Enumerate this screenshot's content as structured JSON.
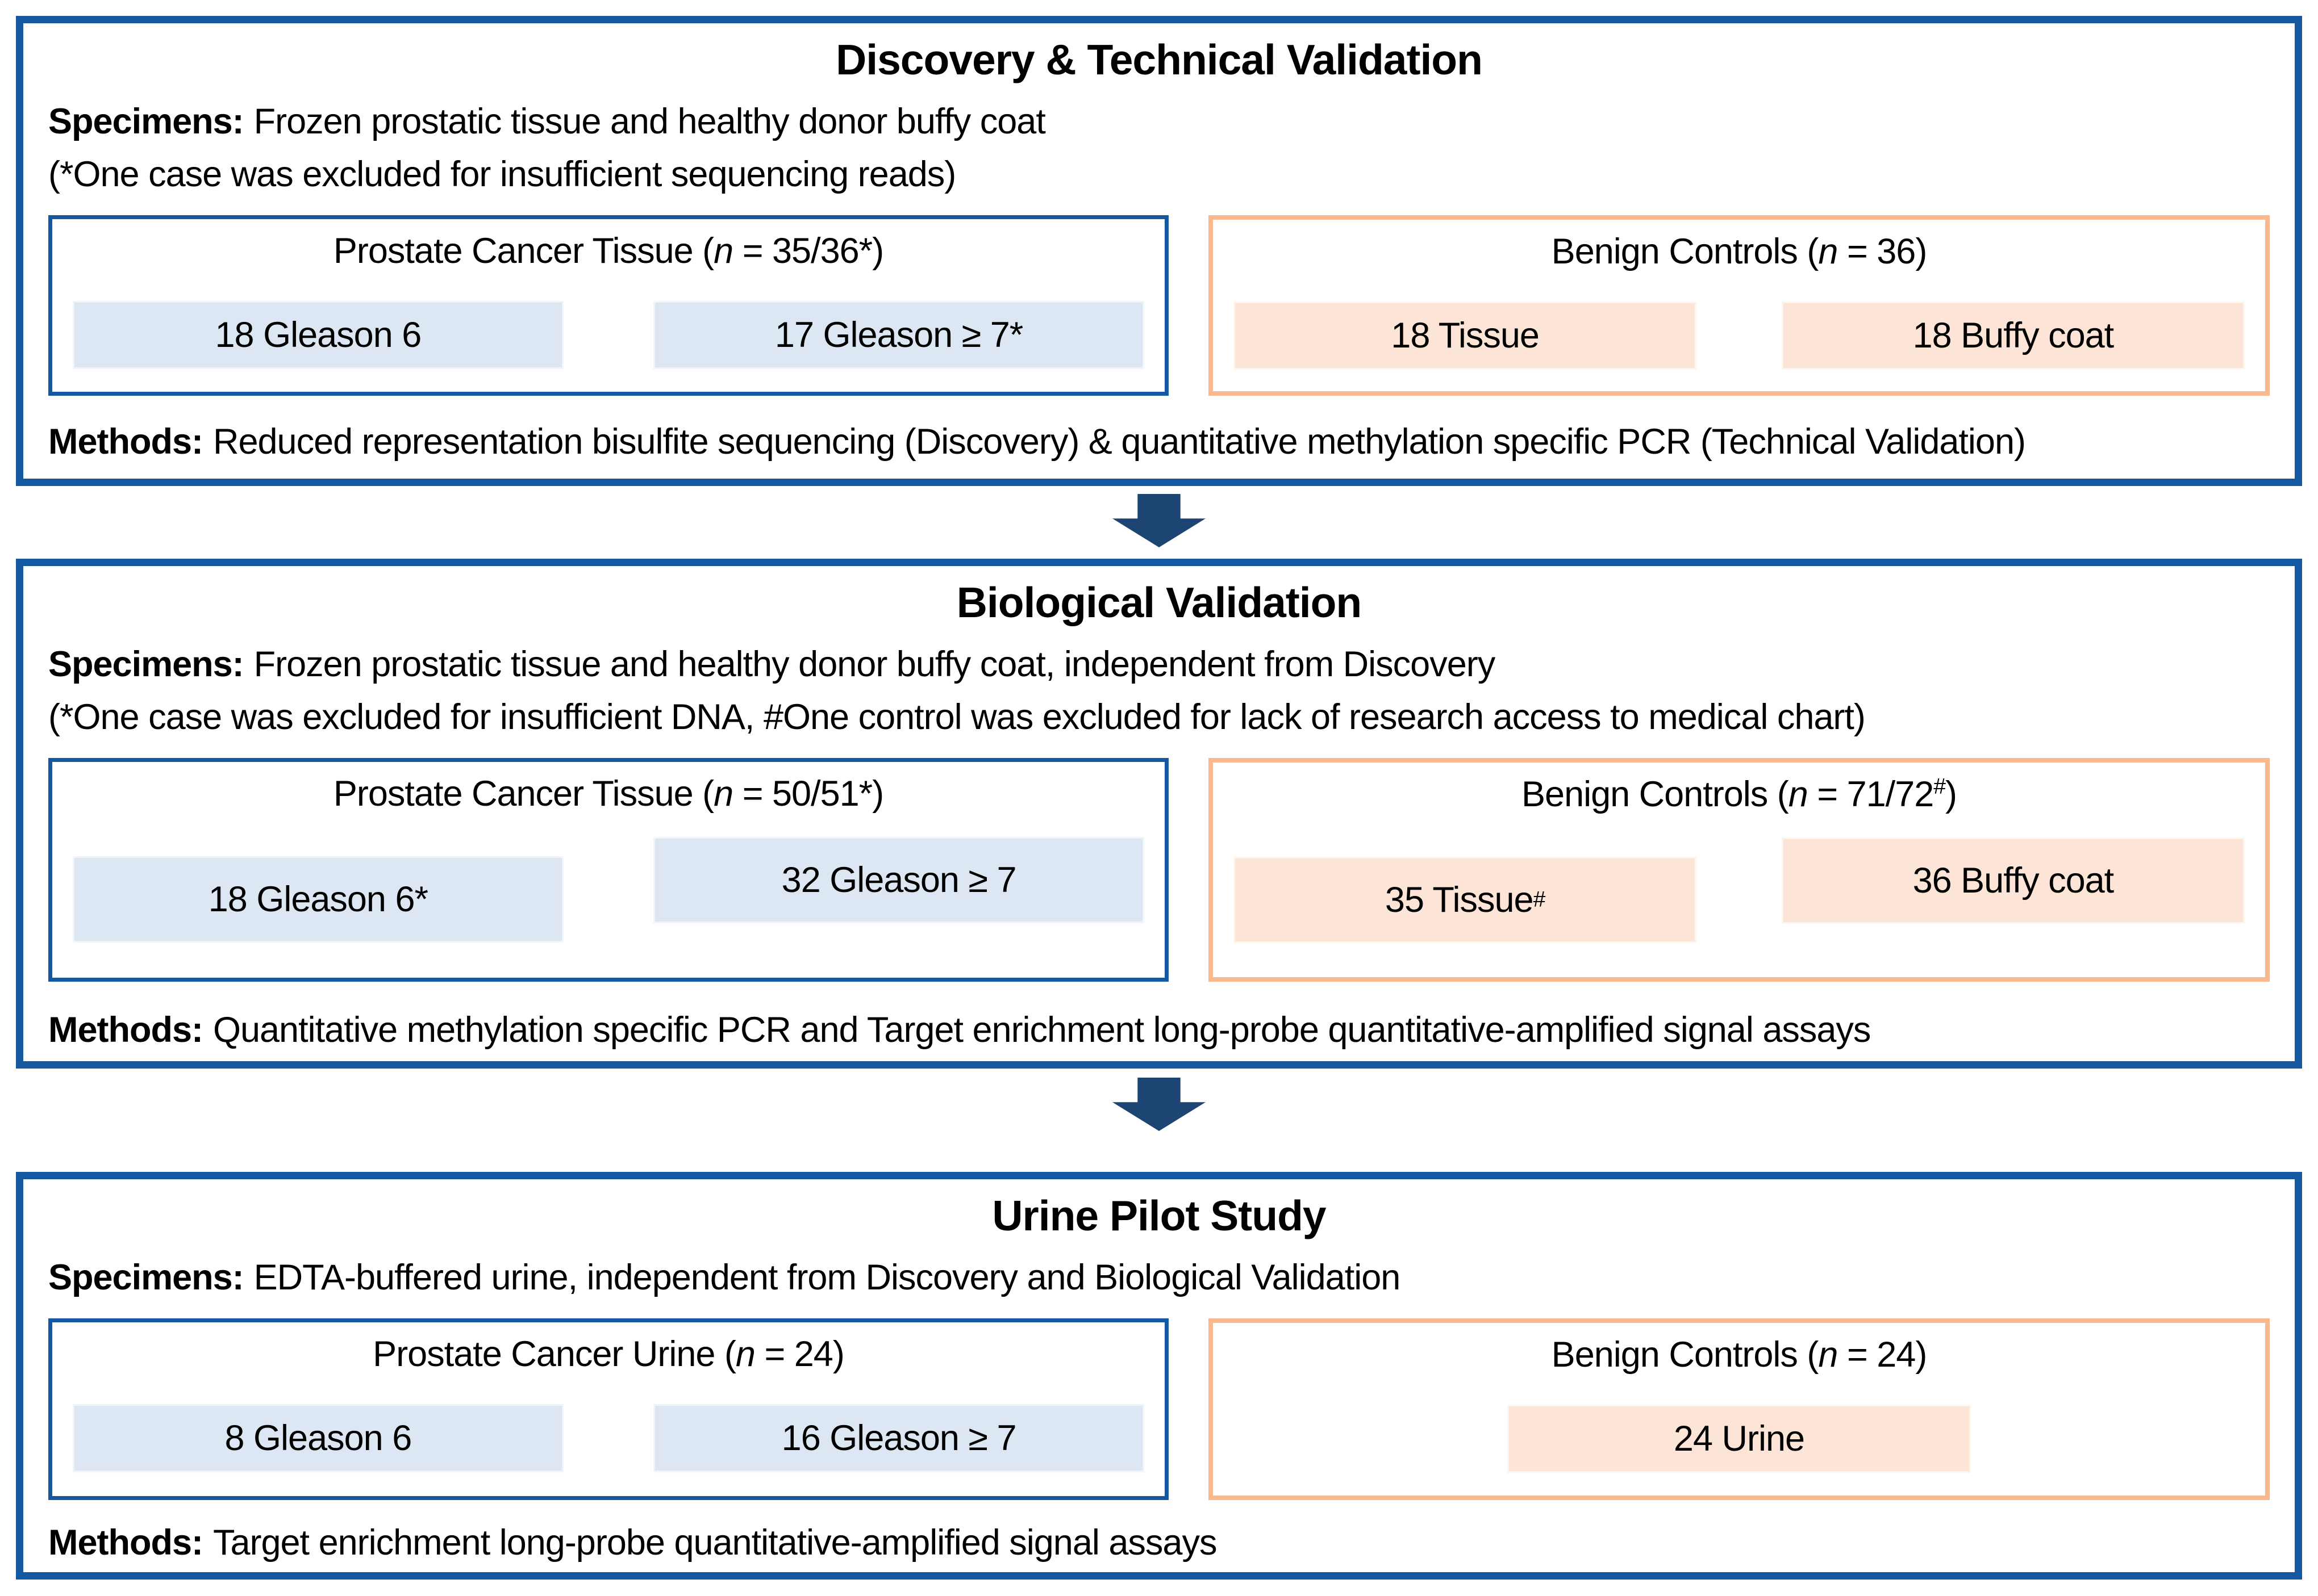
{
  "figure": {
    "kind": "study-design-flow-diagram"
  },
  "colors": {
    "panel_border": "#1458A1",
    "arrow": "#1D4573",
    "cancer_chip_fill": "#DCE7F3",
    "control_chip_fill": "#FCE5D6",
    "control_border": "#F8B98E",
    "text": "#000000"
  },
  "panels": [
    {
      "title": "Discovery & Technical Validation",
      "specimens_label": "Specimens:",
      "specimens": "Frozen prostatic tissue and healthy donor buffy coat",
      "footnote": "(*One case was excluded for insufficient sequencing reads)",
      "cancer_box": {
        "title_parts": [
          {
            "t": "Prostate Cancer Tissue ("
          },
          {
            "t": "n",
            "i": true
          },
          {
            "t": " = 35/36*)"
          }
        ],
        "chips": [
          [
            {
              "t": "18 Gleason 6"
            }
          ],
          [
            {
              "t": "17 Gleason ≥ 7*"
            }
          ]
        ]
      },
      "control_box": {
        "title_parts": [
          {
            "t": "Benign Controls ("
          },
          {
            "t": "n",
            "i": true
          },
          {
            "t": " = 36)"
          }
        ],
        "chips": [
          [
            {
              "t": "18 Tissue"
            }
          ],
          [
            {
              "t": "18 Buffy coat"
            }
          ]
        ]
      },
      "methods_label": "Methods:",
      "methods": "Reduced representation bisulfite sequencing (Discovery) & quantitative methylation specific PCR (Technical Validation)"
    },
    {
      "title": "Biological Validation",
      "specimens_label": "Specimens:",
      "specimens": "Frozen prostatic tissue and healthy donor buffy coat, independent from Discovery",
      "footnote": "(*One case was excluded for insufficient DNA, #One control was excluded for lack of research access to medical chart)",
      "cancer_box": {
        "title_parts": [
          {
            "t": "Prostate Cancer Tissue ("
          },
          {
            "t": "n",
            "i": true
          },
          {
            "t": " = 50/51*)"
          }
        ],
        "chips": [
          [
            {
              "t": "18 Gleason 6*"
            }
          ],
          [
            {
              "t": "32 Gleason ≥ 7"
            }
          ]
        ]
      },
      "control_box": {
        "title_parts": [
          {
            "t": "Benign Controls ("
          },
          {
            "t": "n",
            "i": true
          },
          {
            "t": " = 71/72"
          },
          {
            "t": "#",
            "sup": true
          },
          {
            "t": ")"
          }
        ],
        "chips": [
          [
            {
              "t": "35 Tissue"
            },
            {
              "t": "#",
              "sup": true
            }
          ],
          [
            {
              "t": "36 Buffy coat"
            }
          ]
        ]
      },
      "methods_label": "Methods:",
      "methods": "Quantitative methylation specific PCR and Target enrichment long-probe quantitative-amplified signal assays"
    },
    {
      "title": "Urine Pilot Study",
      "specimens_label": "Specimens:",
      "specimens": "EDTA-buffered urine, independent from Discovery and Biological Validation",
      "cancer_box": {
        "title_parts": [
          {
            "t": "Prostate Cancer Urine ("
          },
          {
            "t": "n",
            "i": true
          },
          {
            "t": " = 24)"
          }
        ],
        "chips": [
          [
            {
              "t": "8 Gleason 6"
            }
          ],
          [
            {
              "t": "16 Gleason ≥ 7"
            }
          ]
        ]
      },
      "control_box": {
        "title_parts": [
          {
            "t": "Benign Controls ("
          },
          {
            "t": "n",
            "i": true
          },
          {
            "t": " = 24)"
          }
        ],
        "chips": [
          [
            {
              "t": "24 Urine"
            }
          ]
        ]
      },
      "methods_label": "Methods:",
      "methods": "Target enrichment long-probe quantitative-amplified signal assays"
    }
  ]
}
